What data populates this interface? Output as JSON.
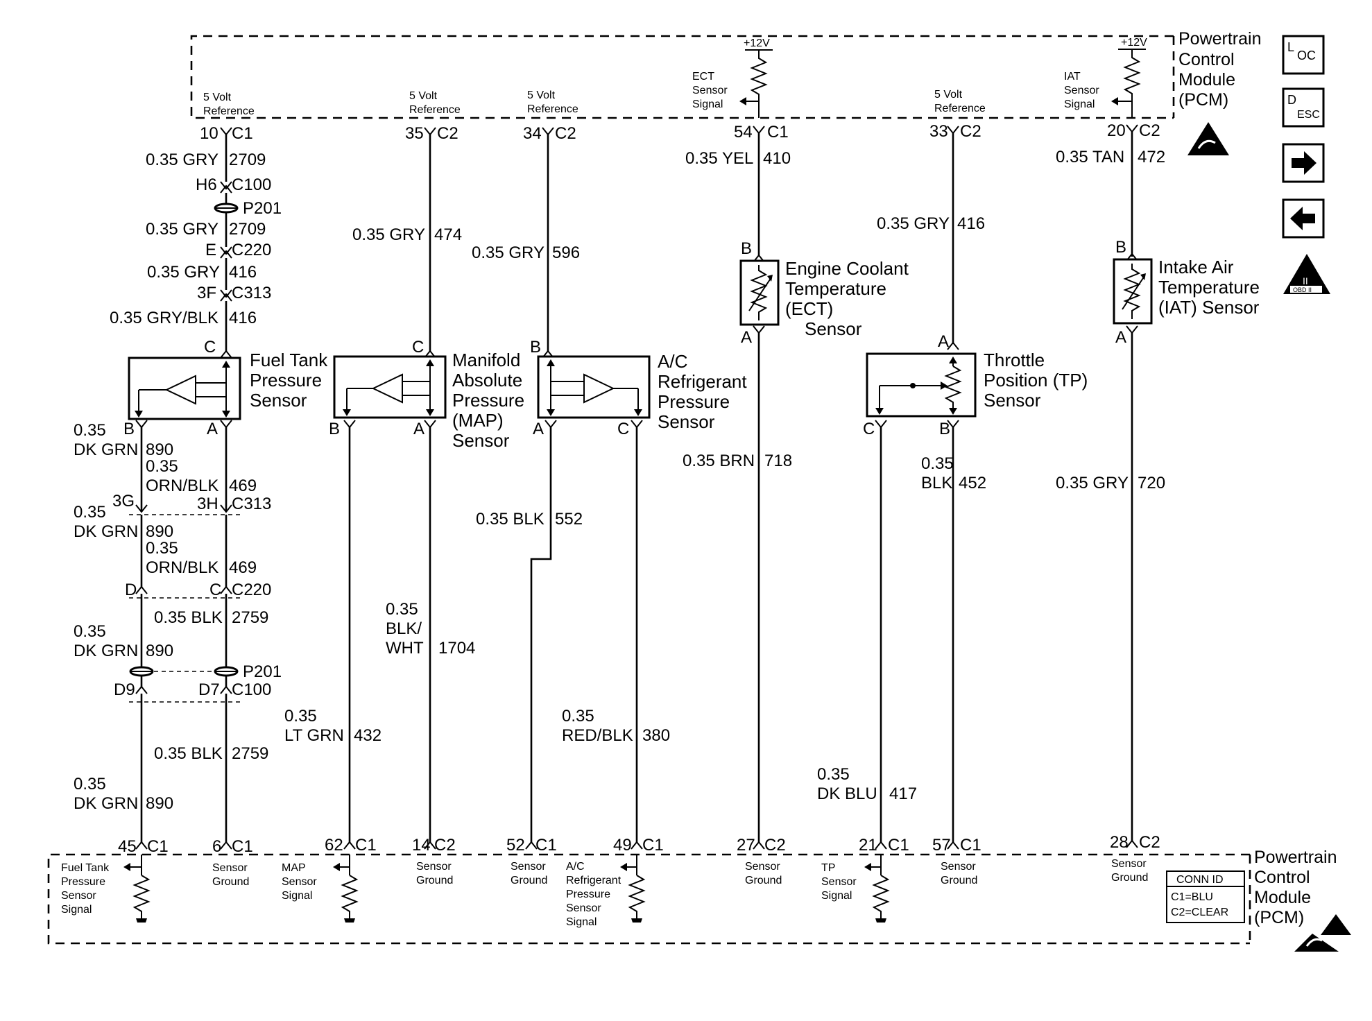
{
  "pcm_top": {
    "title": [
      "Powertrain",
      "Control",
      "Module",
      "(PCM)"
    ],
    "terminals": [
      {
        "pin": "10",
        "conn": "C1",
        "label": [
          "5 Volt",
          "Reference"
        ]
      },
      {
        "pin": "35",
        "conn": "C2",
        "label": [
          "5 Volt",
          "Reference"
        ]
      },
      {
        "pin": "34",
        "conn": "C2",
        "label": [
          "5 Volt",
          "Reference"
        ]
      },
      {
        "pin": "54",
        "conn": "C1",
        "label": [
          "ECT",
          "Sensor",
          "Signal"
        ],
        "supply": "+12V"
      },
      {
        "pin": "33",
        "conn": "C2",
        "label": [
          "5 Volt",
          "Reference"
        ]
      },
      {
        "pin": "20",
        "conn": "C2",
        "label": [
          "IAT",
          "Sensor",
          "Signal"
        ],
        "supply": "+12V"
      }
    ]
  },
  "pcm_bottom": {
    "title": [
      "Powertrain",
      "Control",
      "Module",
      "(PCM)"
    ],
    "terminals": [
      {
        "pin": "45",
        "conn": "C1",
        "label": [
          "Fuel Tank",
          "Pressure",
          "Sensor",
          "Signal"
        ]
      },
      {
        "pin": "6",
        "conn": "C1",
        "label": [
          "Sensor",
          "Ground"
        ]
      },
      {
        "pin": "62",
        "conn": "C1",
        "label": [
          "MAP",
          "Sensor",
          "Signal"
        ]
      },
      {
        "pin": "14",
        "conn": "C2",
        "label": [
          "Sensor",
          "Ground"
        ]
      },
      {
        "pin": "52",
        "conn": "C1",
        "label": [
          "Sensor",
          "Ground"
        ]
      },
      {
        "pin": "49",
        "conn": "C1",
        "label": [
          "A/C",
          "Refrigerant",
          "Pressure",
          "Sensor",
          "Signal"
        ]
      },
      {
        "pin": "27",
        "conn": "C2",
        "label": [
          "Sensor",
          "Ground"
        ]
      },
      {
        "pin": "21",
        "conn": "C1",
        "label": [
          "TP",
          "Sensor",
          "Signal"
        ]
      },
      {
        "pin": "57",
        "conn": "C1",
        "label": [
          "Sensor",
          "Ground"
        ]
      },
      {
        "pin": "28",
        "conn": "C2",
        "label": [
          "Sensor",
          "Ground"
        ]
      }
    ],
    "conn_id": {
      "title": "CONN ID",
      "c1": "C1=BLU",
      "c2": "C2=CLEAR"
    }
  },
  "sensors": {
    "fuel_tank": [
      "Fuel Tank",
      "Pressure",
      "Sensor"
    ],
    "map": [
      "Manifold",
      "Absolute",
      "Pressure",
      "(MAP)",
      "Sensor"
    ],
    "ac": [
      "A/C",
      "Refrigerant",
      "Pressure",
      "Sensor"
    ],
    "ect": [
      "Engine Coolant",
      "Temperature",
      "(ECT)",
      "Sensor"
    ],
    "tp": [
      "Throttle",
      "Position (TP)",
      "Sensor"
    ],
    "iat": [
      "Intake Air",
      "Temperature",
      "(IAT) Sensor"
    ]
  },
  "sensor_pins": {
    "fuel_tank": {
      "top": "C",
      "left": "B",
      "right": "A"
    },
    "map": {
      "top": "C",
      "left": "B",
      "right": "A"
    },
    "ac": {
      "top": "B",
      "left": "A",
      "right": "C"
    },
    "ect": {
      "top": "B",
      "bottom": "A"
    },
    "tp": {
      "top": "A",
      "left": "C",
      "right": "B"
    },
    "iat": {
      "top": "B",
      "bottom": "A"
    }
  },
  "connectors": {
    "h6": {
      "pin": "H6",
      "conn": "C100"
    },
    "p201a": "P201",
    "e": {
      "pin": "E",
      "conn": "C220"
    },
    "f3": {
      "pin": "3F",
      "conn": "C313"
    },
    "g3": "3G",
    "h3": {
      "pin": "3H",
      "conn": "C313"
    },
    "d": "D",
    "c": {
      "pin": "C",
      "conn": "C220"
    },
    "p201b": "P201",
    "d9": "D9",
    "d7": {
      "pin": "D7",
      "conn": "C100"
    }
  },
  "wires": {
    "w1a": {
      "gauge": "0.35 GRY",
      "circuit": "2709"
    },
    "w1b": {
      "gauge": "0.35 GRY",
      "circuit": "2709"
    },
    "w1c": {
      "gauge": "0.35 GRY",
      "circuit": "416"
    },
    "w1d": {
      "gauge": "0.35 GRY/BLK",
      "circuit": "416"
    },
    "w2": {
      "gauge": "0.35 GRY",
      "circuit": "474"
    },
    "w3": {
      "gauge": "0.35 GRY",
      "circuit": "596"
    },
    "w4": {
      "gauge": "0.35 YEL",
      "circuit": "410"
    },
    "w5": {
      "gauge": "0.35 GRY",
      "circuit": "416"
    },
    "w6": {
      "gauge": "0.35 TAN",
      "circuit": "472"
    },
    "f1": {
      "gauge": [
        "0.35",
        "DK GRN"
      ],
      "circuit": "890"
    },
    "f2": {
      "gauge": [
        "0.35",
        "ORN/BLK"
      ],
      "circuit": "469"
    },
    "f3": {
      "gauge": [
        "0.35",
        "DK GRN"
      ],
      "circuit": "890"
    },
    "f4": {
      "gauge": [
        "0.35",
        "ORN/BLK"
      ],
      "circuit": "469"
    },
    "f5": {
      "gauge": "0.35 BLK",
      "circuit": "2759"
    },
    "f6": {
      "gauge": [
        "0.35",
        "DK GRN"
      ],
      "circuit": "890"
    },
    "f7": {
      "gauge": "0.35 BLK",
      "circuit": "2759"
    },
    "f8": {
      "gauge": [
        "0.35",
        "DK GRN"
      ],
      "circuit": "890"
    },
    "m1": {
      "gauge": [
        "0.35",
        "LT GRN"
      ],
      "circuit": "432"
    },
    "m2": {
      "gauge": [
        "0.35",
        "BLK/",
        "WHT"
      ],
      "circuit": "1704"
    },
    "a1": {
      "gauge": "0.35 BLK",
      "circuit": "552"
    },
    "a2": {
      "gauge": [
        "0.35",
        "RED/BLK"
      ],
      "circuit": "380"
    },
    "e1": {
      "gauge": "0.35 BRN",
      "circuit": "718"
    },
    "t1": {
      "gauge": [
        "0.35",
        "DK BLU"
      ],
      "circuit": "417"
    },
    "t2": {
      "gauge": [
        "0.35",
        "BLK"
      ],
      "circuit": "452"
    },
    "i1": {
      "gauge": "0.35 GRY",
      "circuit": "720"
    }
  },
  "nav": {
    "loc": {
      "big": "L",
      "sub": "OC"
    },
    "desc": {
      "big": "D",
      "sub": "ESC"
    },
    "forward_icon": "right-arrow-icon",
    "back_icon": "left-arrow-icon",
    "obd_label": "OBD II",
    "obd_mark": "II"
  }
}
